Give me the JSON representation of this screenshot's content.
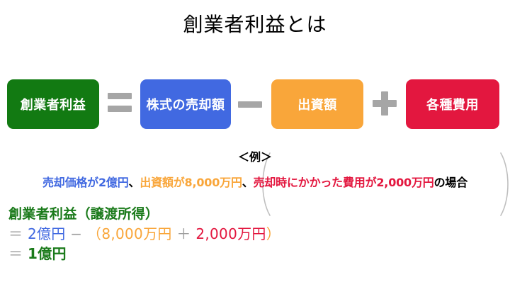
{
  "title": "創業者利益とは",
  "formula": {
    "boxes": [
      {
        "label": "創業者利益",
        "color": "#127a12",
        "name": "founder-profit"
      },
      {
        "label": "株式の売却額",
        "color": "#4169e1",
        "name": "stock-sale-amount"
      },
      {
        "label": "出資額",
        "color": "#f9a63a",
        "name": "investment-amount"
      },
      {
        "label": "各種費用",
        "color": "#e3173f",
        "name": "various-expenses"
      }
    ],
    "operators": {
      "equals": "=",
      "minus": "−",
      "plus": "+",
      "open_paren": "（",
      "close_paren": "）"
    },
    "operator_color": "#a6a6a6",
    "group_bracket_color": "#bfbfbf"
  },
  "example": {
    "heading": "＜例＞",
    "segments": [
      {
        "text": "売却価格が2億円",
        "color": "#4169e1"
      },
      {
        "text": "、",
        "color": "#000000"
      },
      {
        "text": "出資額が8,000万円",
        "color": "#f9a63a"
      },
      {
        "text": "、",
        "color": "#000000"
      },
      {
        "text": "売却時にかかった費用が2,000万円",
        "color": "#e3173f"
      },
      {
        "text": "の場合",
        "color": "#000000"
      }
    ]
  },
  "calculation": {
    "heading": "創業者利益（譲渡所得）",
    "heading_color": "#1a7a1a",
    "line1": {
      "equals": "＝",
      "term_sale": "2億円",
      "minus": "−",
      "open_paren": "（",
      "term_investment": "8,000万円",
      "plus": "＋",
      "term_expense": "2,000万円",
      "close_paren": "）"
    },
    "line2": {
      "equals": "＝",
      "result": "1億円",
      "result_color": "#127a12"
    }
  }
}
